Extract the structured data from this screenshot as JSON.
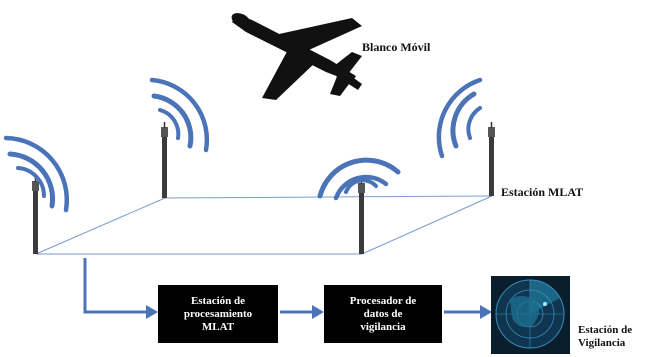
{
  "target": {
    "label": "Blanco Móvil"
  },
  "station": {
    "label": "Estación MLAT"
  },
  "flow": {
    "processing": "Estación de\nprocesamiento\nMLAT",
    "surveillance_processor": "Procesador de\ndatos de\nvigilancia",
    "surveillance_station": "Estación de\nVigilancia"
  },
  "colors": {
    "line": "#4a73b8",
    "pole": "#333333",
    "box": "#000000",
    "radar": "#0c2a3e"
  }
}
